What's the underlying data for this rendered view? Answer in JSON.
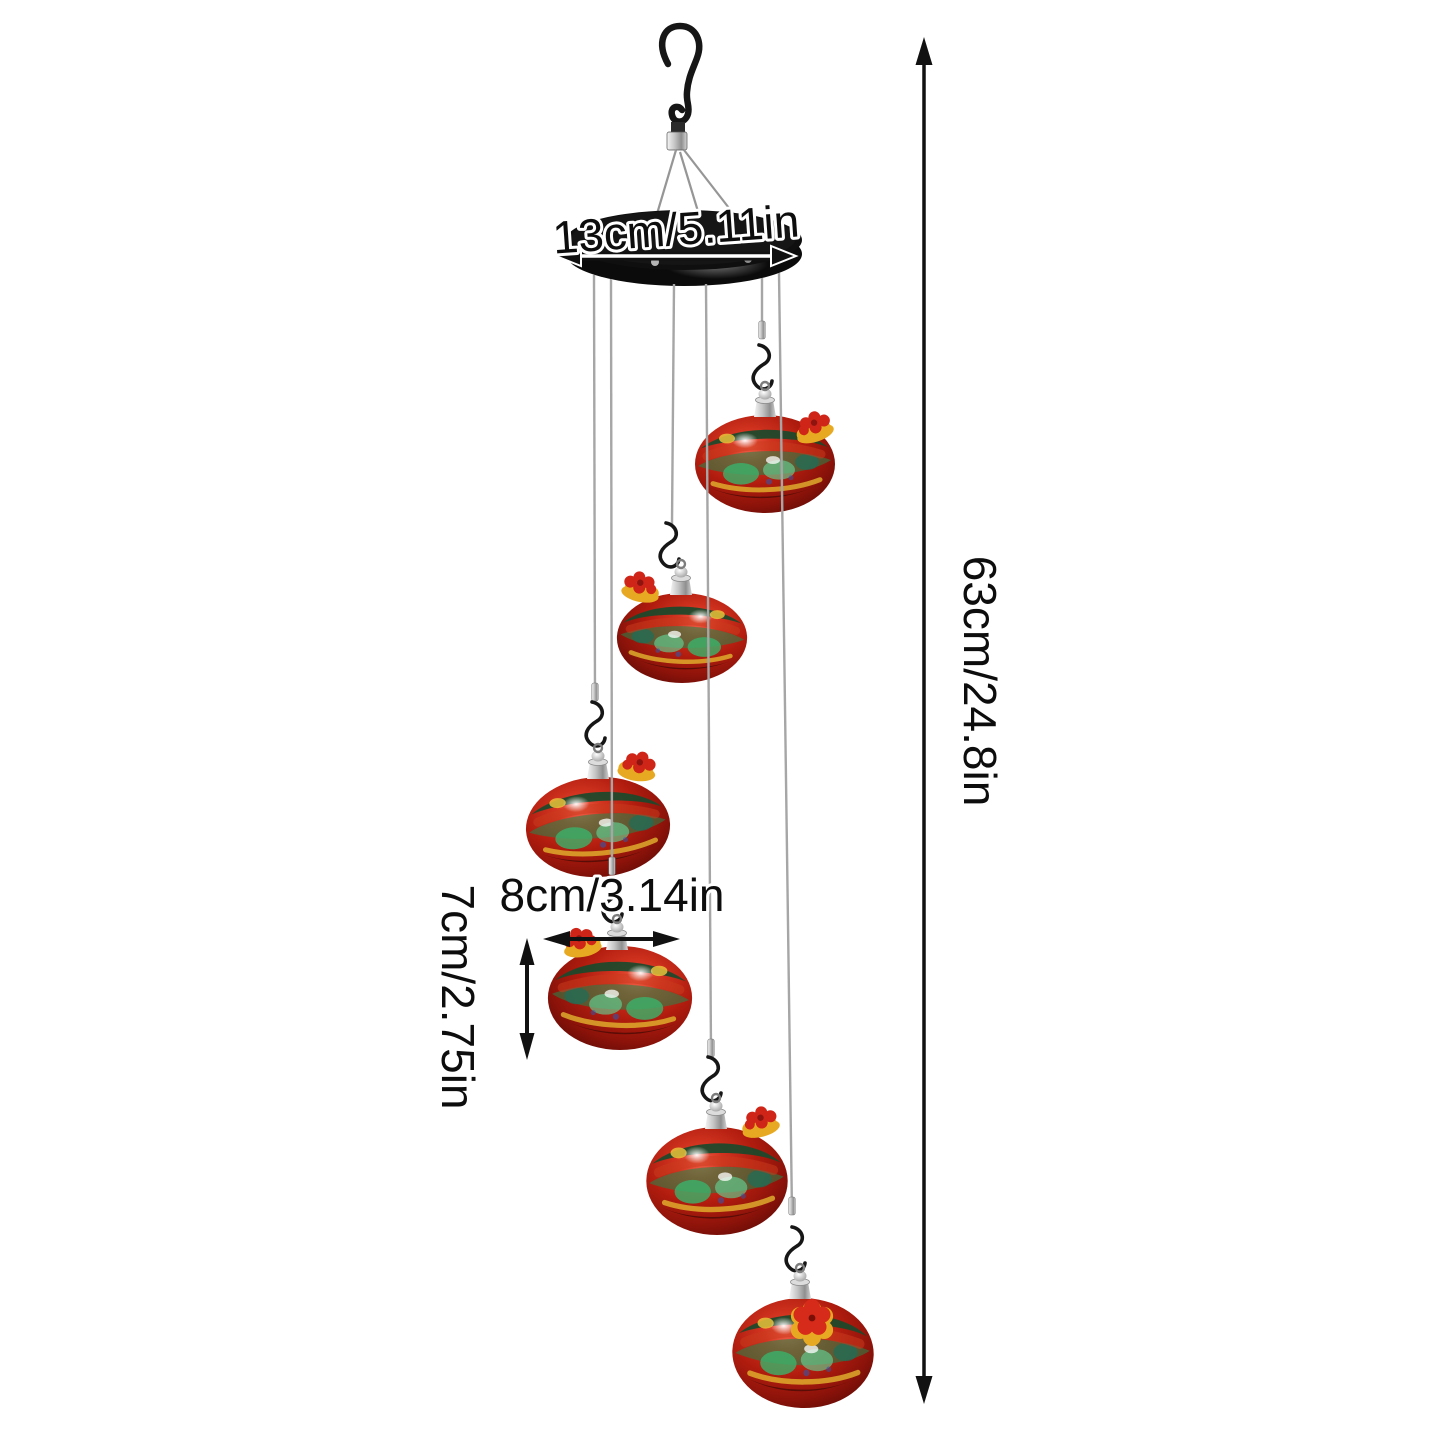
{
  "page": {
    "background": "#ffffff",
    "type": "product-dimension-image"
  },
  "dimensions": {
    "canopy_width": "13cm/5.11in",
    "total_height": "63cm/24.8in",
    "feeder_width": "8cm/3.14in",
    "feeder_height": "7cm/2.75in"
  },
  "product": {
    "feeder_count": 6,
    "canopy": "black round disc",
    "hanger": "black s-hook",
    "strings": "steel wires with crimp ferrules and s-hooks",
    "globes": "hand-blown glass, red with green/yellow swirls",
    "ports": "red and yellow flower feeding ports"
  },
  "icons": {
    "hanging_hook": "s-hook",
    "feeder_hook": "s-hook",
    "feeder_port": "flower",
    "dimension_marker": "double-headed-arrow"
  },
  "colors": {
    "glass_red": "#b01c0e",
    "glass_dark_red": "#5a0a06",
    "glass_green": "#1f8a4e",
    "glass_light_green": "#63cf93",
    "glass_yellow": "#e3b42e",
    "flower_red": "#d62a1a",
    "flower_yellow": "#e8a922",
    "metal_silver": "#c9c9c9",
    "hook_black": "#161616",
    "canopy_black": "#0b0b0b",
    "annotation": "#0d0d0d",
    "annotation_halo": "#ffffff"
  }
}
